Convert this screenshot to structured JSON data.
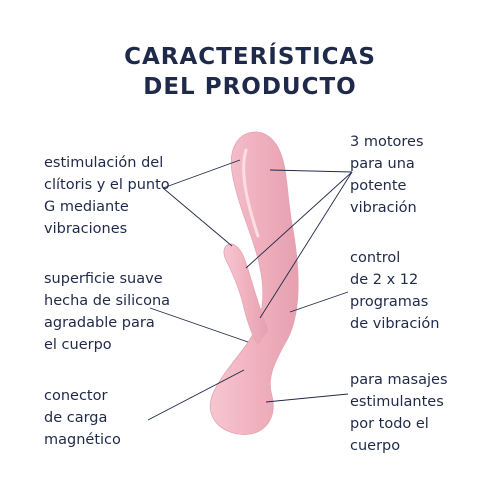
{
  "title": {
    "line1": "CARACTERÍSTICAS",
    "line2": "DEL PRODUCTO"
  },
  "callouts_left": [
    {
      "lines": [
        "estimulación del",
        "clítoris y el punto",
        "G mediante",
        "vibraciones"
      ]
    },
    {
      "lines": [
        "superficie suave",
        "hecha de silicona",
        "agradable para",
        "el cuerpo"
      ]
    },
    {
      "lines": [
        "conector",
        "de carga",
        "magnético"
      ]
    }
  ],
  "callouts_right": [
    {
      "lines": [
        "3 motores",
        "para una",
        "potente",
        "vibración"
      ]
    },
    {
      "lines": [
        "control",
        "de 2 x 12",
        "programas",
        "de vibración"
      ]
    },
    {
      "lines": [
        "para masajes",
        "estimulantes",
        "por todo el",
        "cuerpo"
      ]
    }
  ],
  "colors": {
    "text": "#1f2a4a",
    "product": "#f2b8c4",
    "product_shadow": "#e49aab",
    "leader_line": "#1f2a4a"
  }
}
